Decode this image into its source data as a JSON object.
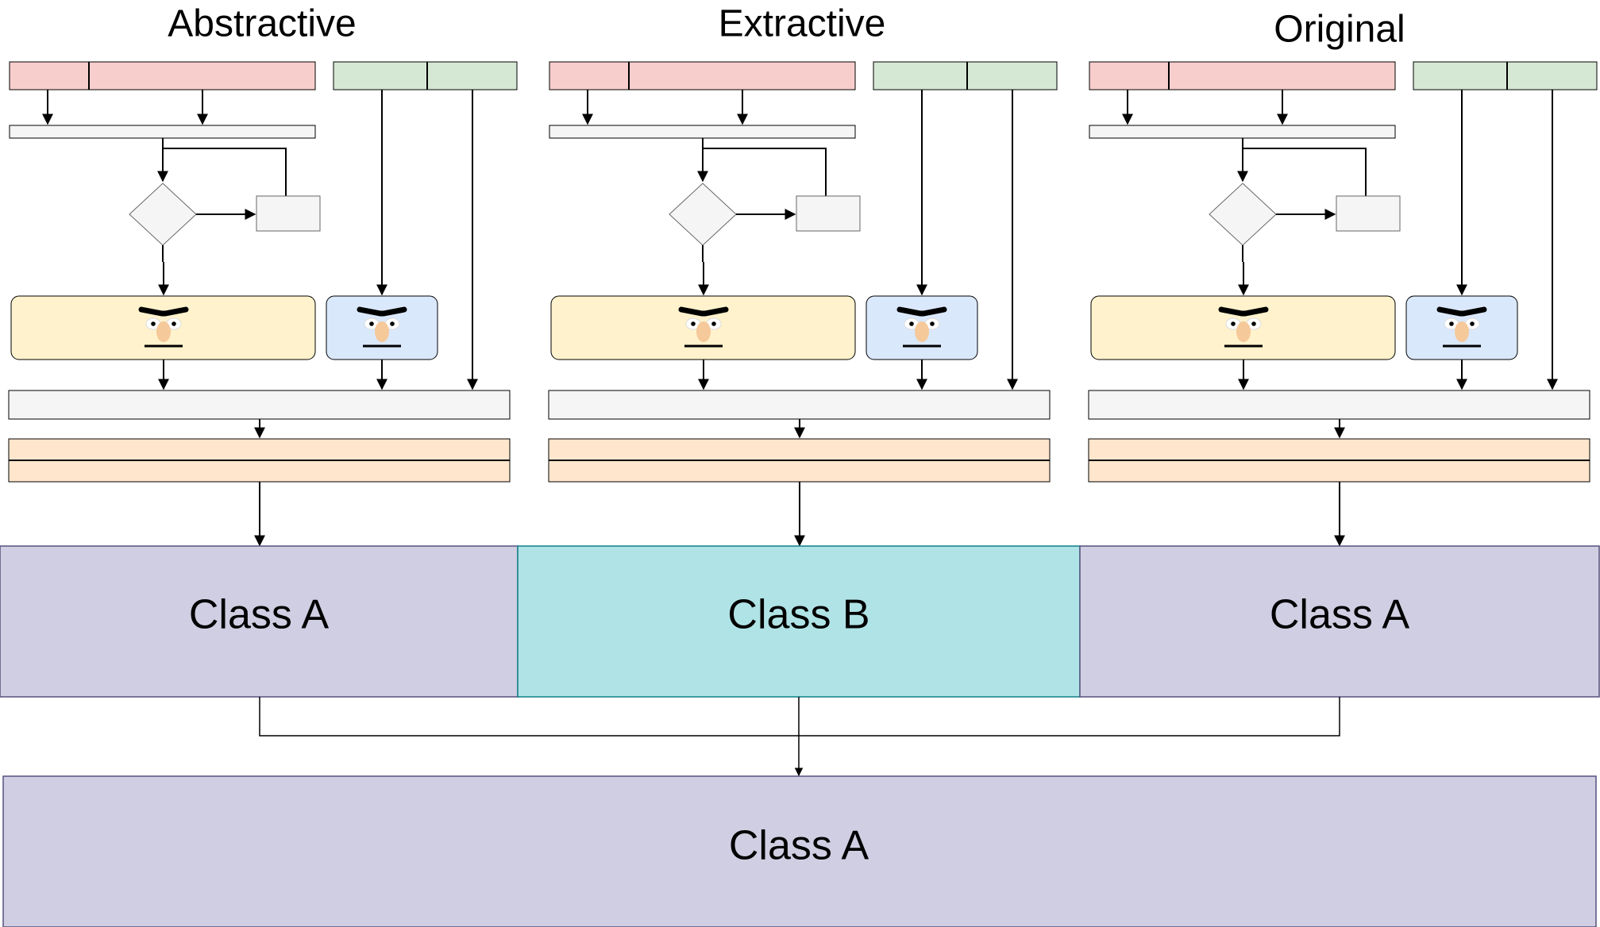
{
  "panels": [
    {
      "title": "Abstractive",
      "result": "Class A"
    },
    {
      "title": "Extractive",
      "result": "Class B"
    },
    {
      "title": "Original",
      "result": "Class A"
    }
  ],
  "final": {
    "label": "Class A"
  },
  "colors": {
    "red_input": "#f8cecc",
    "green_input": "#d5e8d4",
    "gray_box": "#f5f5f5",
    "yellow_model": "#fff2cc",
    "blue_model": "#dae8fc",
    "orange_output": "#ffe6cc",
    "class_a": "#d0cee2",
    "class_b": "#b0e3e6",
    "class_b_border": "#0e8088",
    "class_a_border": "#56517e",
    "face_brow": "#000000",
    "face_nose": "#f5c99a"
  }
}
